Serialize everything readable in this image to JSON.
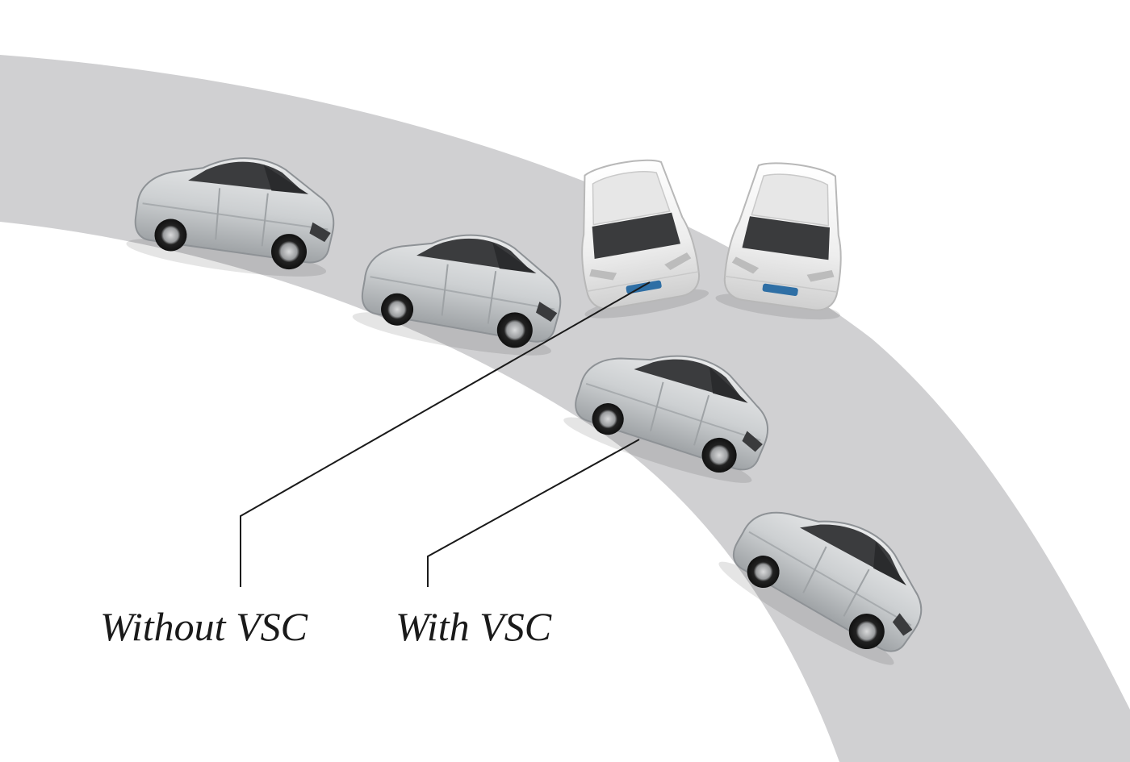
{
  "labels": {
    "without": "Without VSC",
    "with": "With VSC"
  },
  "colors": {
    "road": "#d0d0d2",
    "background": "#ffffff",
    "car_silver": "#cfd1d3",
    "car_white": "#f1f1f1",
    "glass": "#3a3a3a",
    "leader_line": "#1a1a1a"
  },
  "illustration": {
    "subject": "car-icon",
    "cars_on_curve_count": 4,
    "cars_sliding_out_count": 2
  }
}
